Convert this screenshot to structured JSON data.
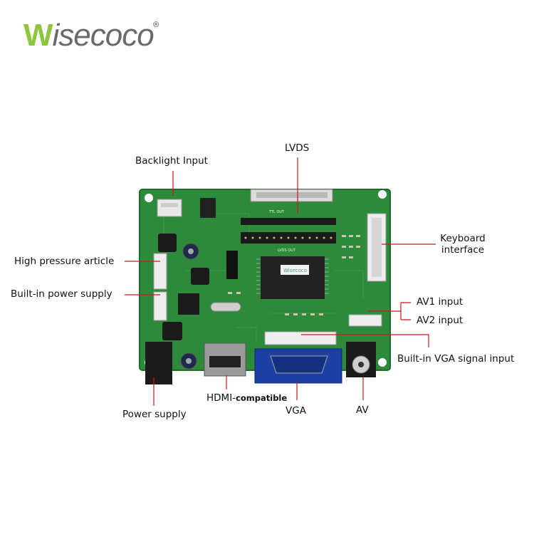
{
  "brand": {
    "logo_text": "Wisecoco",
    "logo_first": "W",
    "logo_rest": "isecoco",
    "registered": "®"
  },
  "board": {
    "lvds_silk": "LVDS OUT",
    "ttl_silk": "TTL OUT",
    "chip_text": "Wisecoco"
  },
  "labels": {
    "backlight": "Backlight Input",
    "lvds": "LVDS",
    "keyboard_line1": "Keyboard",
    "keyboard_line2": "interface",
    "high_pressure": "High pressure article",
    "builtin_power": "Built-in power supply",
    "av1": "AV1 input",
    "av2": "AV2 input",
    "builtin_vga": "Built-in VGA signal input",
    "hdmi_main": "HDMI-",
    "hdmi_suffix": "compatible",
    "vga": "VGA",
    "av": "AV",
    "power": "Power supply"
  },
  "colors": {
    "pcb": "#2d8a3a",
    "pcb_dark": "#1f6b2b",
    "leader_line": "#d0151b",
    "vga_blue": "#1d3fa3",
    "logo_green": "#8cc63f"
  }
}
